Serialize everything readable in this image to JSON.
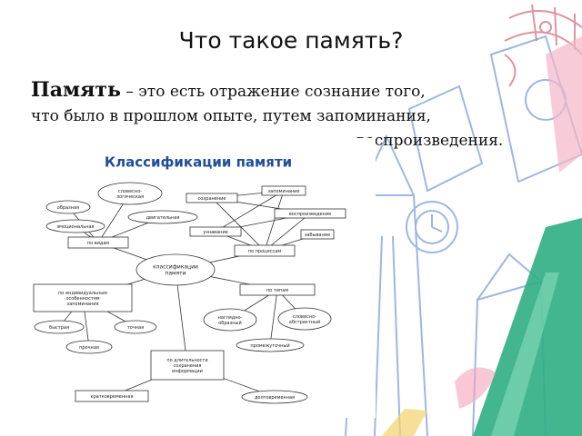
{
  "slide": {
    "title": "Что такое память?",
    "term": "Память",
    "definition_lines": [
      " – это есть отражение сознание того,",
      "что было в прошлом опыте, путем запоминания,",
      "воспроизведения."
    ]
  },
  "diagram": {
    "title": "Классификации памяти",
    "center": [
      "классификации",
      "памяти"
    ],
    "nodes": {
      "po_vidam": [
        "по видам"
      ],
      "po_processam": [
        "по процессам"
      ],
      "po_tipam": [
        "по типам"
      ],
      "po_individ": [
        "по индивидуальным",
        "особенностям",
        "запоминания"
      ],
      "po_dlitelnosti": [
        "по длительности",
        "сохранения",
        "информации"
      ],
      "obraznaya": [
        "образная"
      ],
      "slovesno_logicheskaya": [
        "словесно-",
        "логическая"
      ],
      "dvigatelnaya": [
        "двигательная"
      ],
      "emocionalnaya": [
        "эмоциональная"
      ],
      "zapominanie": [
        "запоминание"
      ],
      "sohranenie": [
        "сохранение"
      ],
      "vosproizvedenie": [
        "воспроизведение"
      ],
      "uznavanie": [
        "узнавание"
      ],
      "zabyvanie": [
        "забывание"
      ],
      "nagladno_obraznyi": [
        "наглядно-",
        "образный"
      ],
      "slovesno_abstraktnyi": [
        "словесно-",
        "абстрактный"
      ],
      "promezhutochnyi": [
        "промежуточный"
      ],
      "bystraya": [
        "быстрая"
      ],
      "tochnaya": [
        "точная"
      ],
      "prochnaya": [
        "прочная"
      ],
      "kratkovremennaya": [
        "кратковременная"
      ],
      "dolgovremennaya": [
        "долговременная"
      ]
    }
  },
  "colors": {
    "diagram_title": "#1f4e9a",
    "node_border": "#333333",
    "connector": "#333333"
  }
}
